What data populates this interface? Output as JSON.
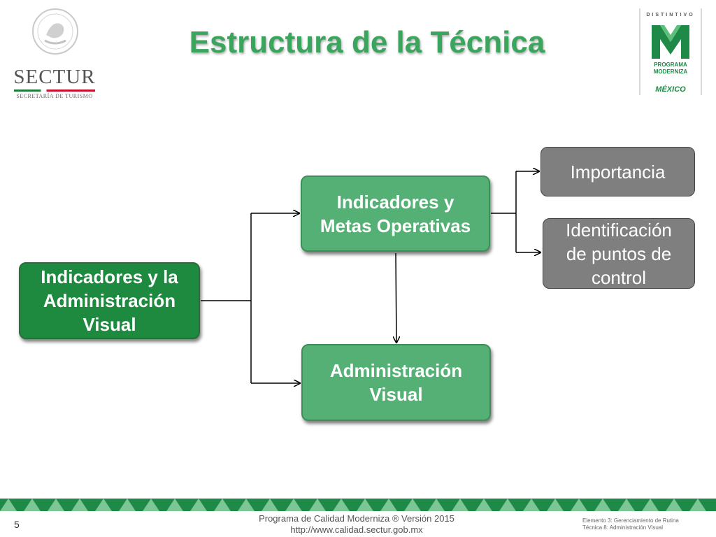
{
  "header": {
    "title": "Estructura de la Técnica",
    "sectur_logo": {
      "wordmark": "SECTUR",
      "subtitle": "SECRETARÍA DE TURISMO"
    },
    "badge": {
      "top": "DISTINTIVO",
      "mark": "M",
      "line1": "PROGRAMA",
      "line2": "MODERNIZA",
      "country": "MÉXICO"
    }
  },
  "diagram": {
    "root": {
      "lines": [
        "Indicadores y la",
        "Administración",
        "Visual"
      ]
    },
    "branch_top": {
      "lines": [
        "Indicadores y",
        "Metas Operativas"
      ]
    },
    "branch_bottom": {
      "lines": [
        "Administración",
        "Visual"
      ]
    },
    "leaf_1": {
      "lines": [
        "Importancia"
      ]
    },
    "leaf_2": {
      "lines": [
        "Identificación",
        "de puntos de",
        "control"
      ]
    }
  },
  "footer": {
    "page_number": "5",
    "program_line": "Programa de Calidad Moderniza ® Versión 2015",
    "url": "http://www.calidad.sectur.gob.mx",
    "element_line": "Elemento 3: Gerenciamiento de Rutina",
    "technique_line": "Técnica 8: Administración Visual"
  },
  "colors": {
    "title_green": "#3aa55d",
    "root_green": "#1e8a3f",
    "branch_green": "#55b075",
    "leaf_gray": "#7f7f7f"
  }
}
